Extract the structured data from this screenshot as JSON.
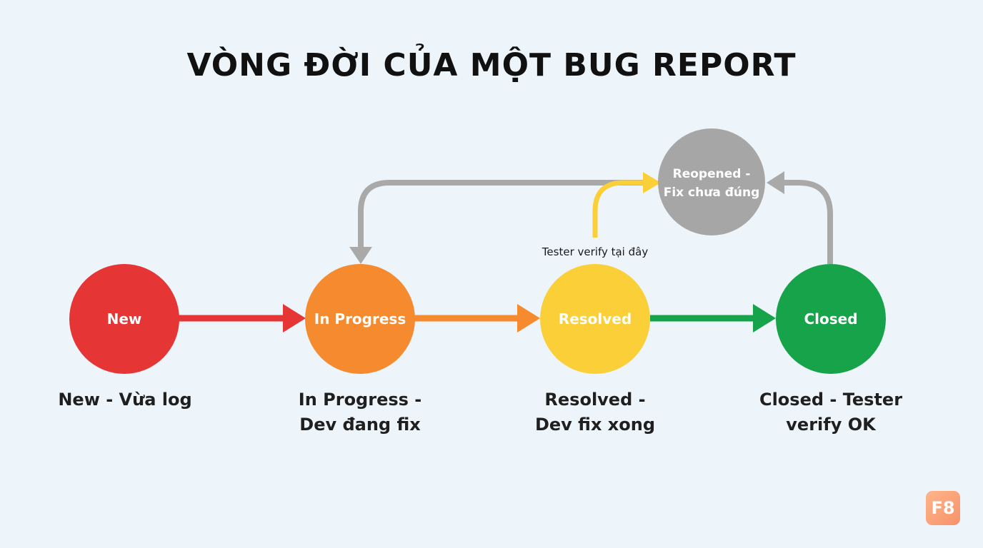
{
  "title": "VÒNG ĐỜI CỦA MỘT BUG REPORT",
  "colors": {
    "new": "#e53535",
    "in_progress": "#f58a2e",
    "resolved": "#fbcf38",
    "closed": "#17a34a",
    "reopened": "#a6a6a6",
    "arrow_gray": "#a9a9a9",
    "arrow_yellow": "#fbcf38",
    "background": "#edf5fb"
  },
  "nodes": {
    "new": {
      "label": "New",
      "caption_line1": "New - Vừa log",
      "caption_line2": ""
    },
    "in_progress": {
      "label": "In Progress",
      "caption_line1": "In Progress -",
      "caption_line2": "Dev đang fix"
    },
    "resolved": {
      "label": "Resolved",
      "caption_line1": "Resolved -",
      "caption_line2": "Dev fix xong"
    },
    "closed": {
      "label": "Closed",
      "caption_line1": "Closed - Tester",
      "caption_line2": "verify OK"
    },
    "reopened": {
      "label_line1": "Reopened -",
      "label_line2": "Fix chưa đúng"
    }
  },
  "annotation": "Tester verify tại đây",
  "logo": "F8"
}
